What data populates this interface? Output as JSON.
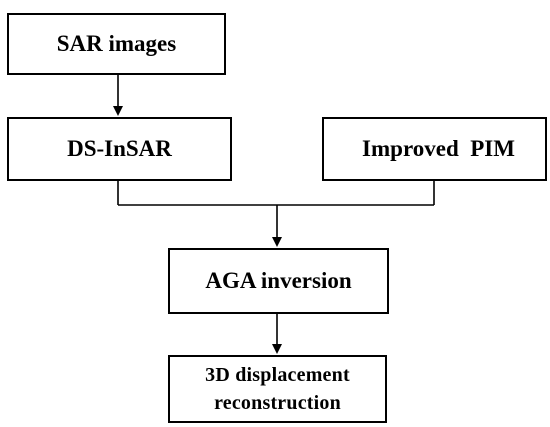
{
  "nodes": {
    "sar_images": "SAR images",
    "ds_insar": "DS-InSAR",
    "improved_pim": "Improved  PIM",
    "aga_inversion": "AGA inversion",
    "reconstruction": "3D displacement\nreconstruction"
  },
  "colors": {
    "stroke": "#000000",
    "fill": "#ffffff"
  }
}
